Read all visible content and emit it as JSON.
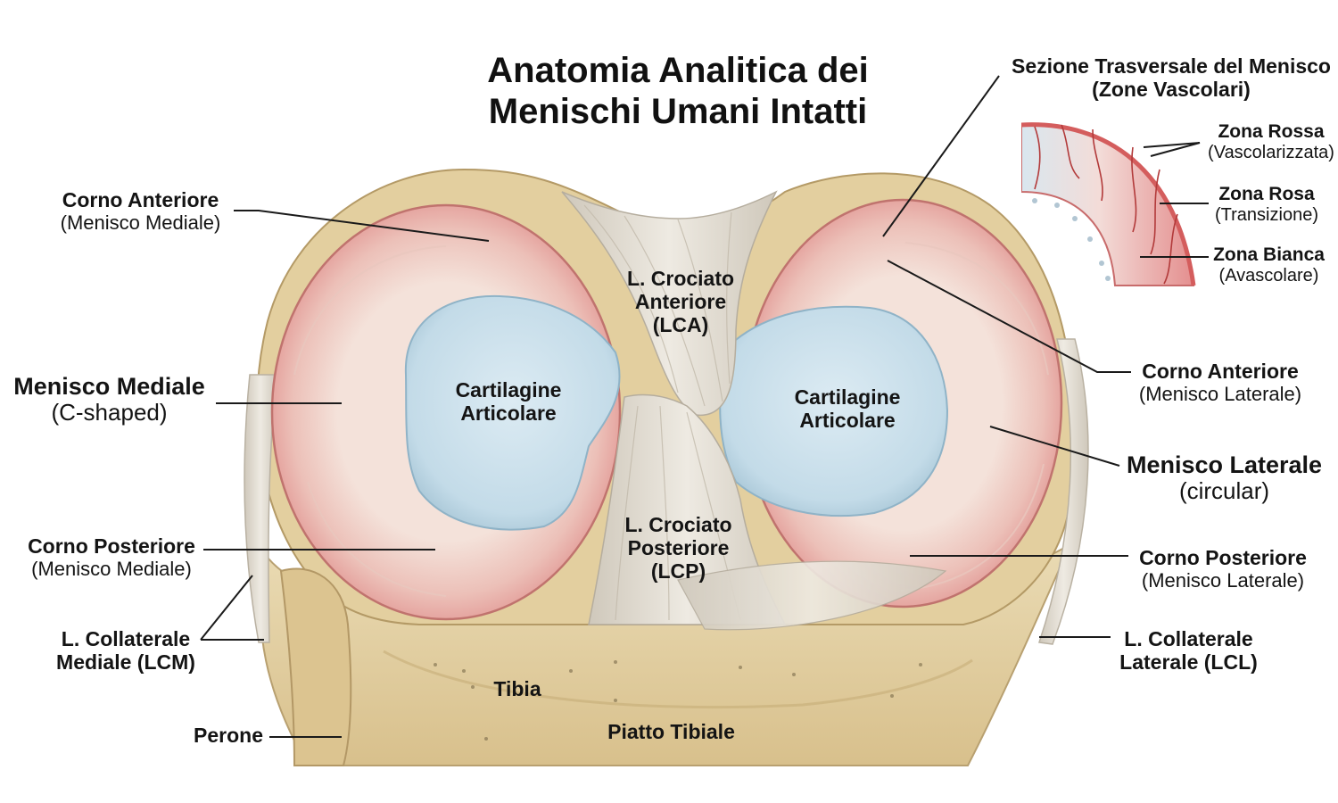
{
  "title": {
    "line1": "Anatomia Analitica dei",
    "line2": "Menischi Umani Intatti"
  },
  "inset": {
    "title_line1": "Sezione Trasversale del Menisco",
    "title_line2": "(Zone Vascolari)",
    "zones": [
      {
        "name": "Zona Rossa",
        "desc": "(Vascolarizzata)"
      },
      {
        "name": "Zona Rosa",
        "desc": "(Transizione)"
      },
      {
        "name": "Zona Bianca",
        "desc": "(Avascolare)"
      }
    ]
  },
  "labels": {
    "anterior_horn_medial": {
      "name": "Corno Anteriore",
      "desc": "(Menisco Mediale)"
    },
    "medial_meniscus": {
      "name": "Menisco Mediale",
      "desc": "(C-shaped)"
    },
    "posterior_horn_medial": {
      "name": "Corno Posteriore",
      "desc": "(Menisco Mediale)"
    },
    "mcl": {
      "line1": "L. Collaterale",
      "line2": "Mediale (LCM)"
    },
    "fibula": {
      "name": "Perone"
    },
    "acl": {
      "line1": "L. Crociato",
      "line2": "Anteriore",
      "line3": "(LCA)"
    },
    "pcl": {
      "line1": "L. Crociato",
      "line2": "Posteriore",
      "line3": "(LCP)"
    },
    "cartilage_left": {
      "line1": "Cartilagine",
      "line2": "Articolare"
    },
    "cartilage_right": {
      "line1": "Cartilagine",
      "line2": "Articolare"
    },
    "tibia": {
      "name": "Tibia"
    },
    "tibial_plateau": {
      "name": "Piatto Tibiale"
    },
    "anterior_horn_lateral": {
      "name": "Corno Anteriore",
      "desc": "(Menisco Laterale)"
    },
    "lateral_meniscus": {
      "name": "Menisco Laterale",
      "desc": "(circular)"
    },
    "posterior_horn_lateral": {
      "name": "Corno Posteriore",
      "desc": "(Menisco Laterale)"
    },
    "lcl": {
      "line1": "L. Collaterale",
      "line2": "Laterale (LCL)"
    }
  },
  "colors": {
    "bone": "#e6d3a4",
    "bone_shadow": "#c9ae78",
    "meniscus_red": "#e8a3a0",
    "meniscus_pink": "#f1dbd3",
    "cartilage": "#c8dfea",
    "ligament": "#e2ddd2",
    "leader_line": "#1a1a1a"
  }
}
